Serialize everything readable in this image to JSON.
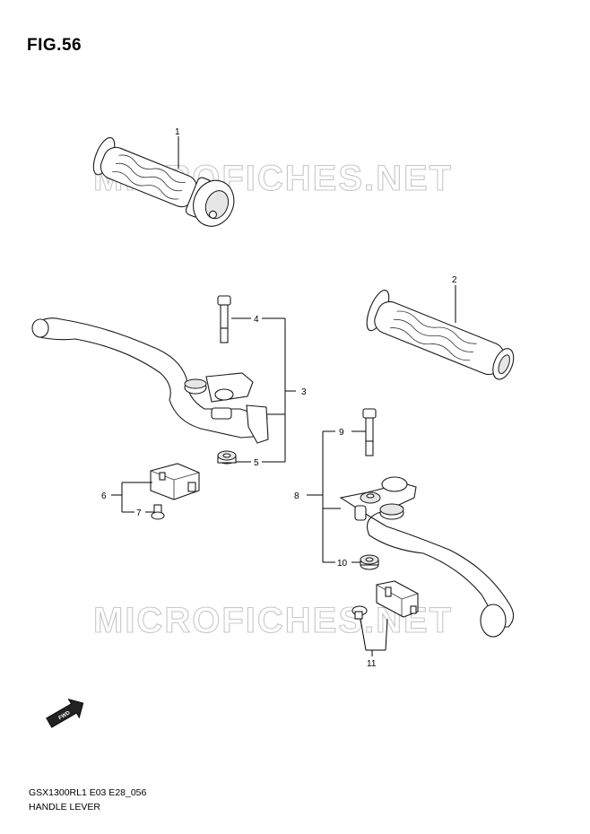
{
  "figure": {
    "title": "FIG.56",
    "watermark": "MICROFICHES.NET",
    "model_code": "GSX1300RL1 E03 E28_056",
    "caption": "HANDLE LEVER",
    "fwd_label": "FWD"
  },
  "callouts": [
    {
      "id": "1",
      "label": "1"
    },
    {
      "id": "2",
      "label": "2"
    },
    {
      "id": "3",
      "label": "3"
    },
    {
      "id": "4",
      "label": "4"
    },
    {
      "id": "5",
      "label": "5"
    },
    {
      "id": "6",
      "label": "6"
    },
    {
      "id": "7",
      "label": "7"
    },
    {
      "id": "8",
      "label": "8"
    },
    {
      "id": "9",
      "label": "9"
    },
    {
      "id": "10",
      "label": "10"
    },
    {
      "id": "11",
      "label": "11"
    }
  ],
  "colors": {
    "line": "#000000",
    "watermark": "#c8c8c8",
    "background": "#ffffff"
  }
}
